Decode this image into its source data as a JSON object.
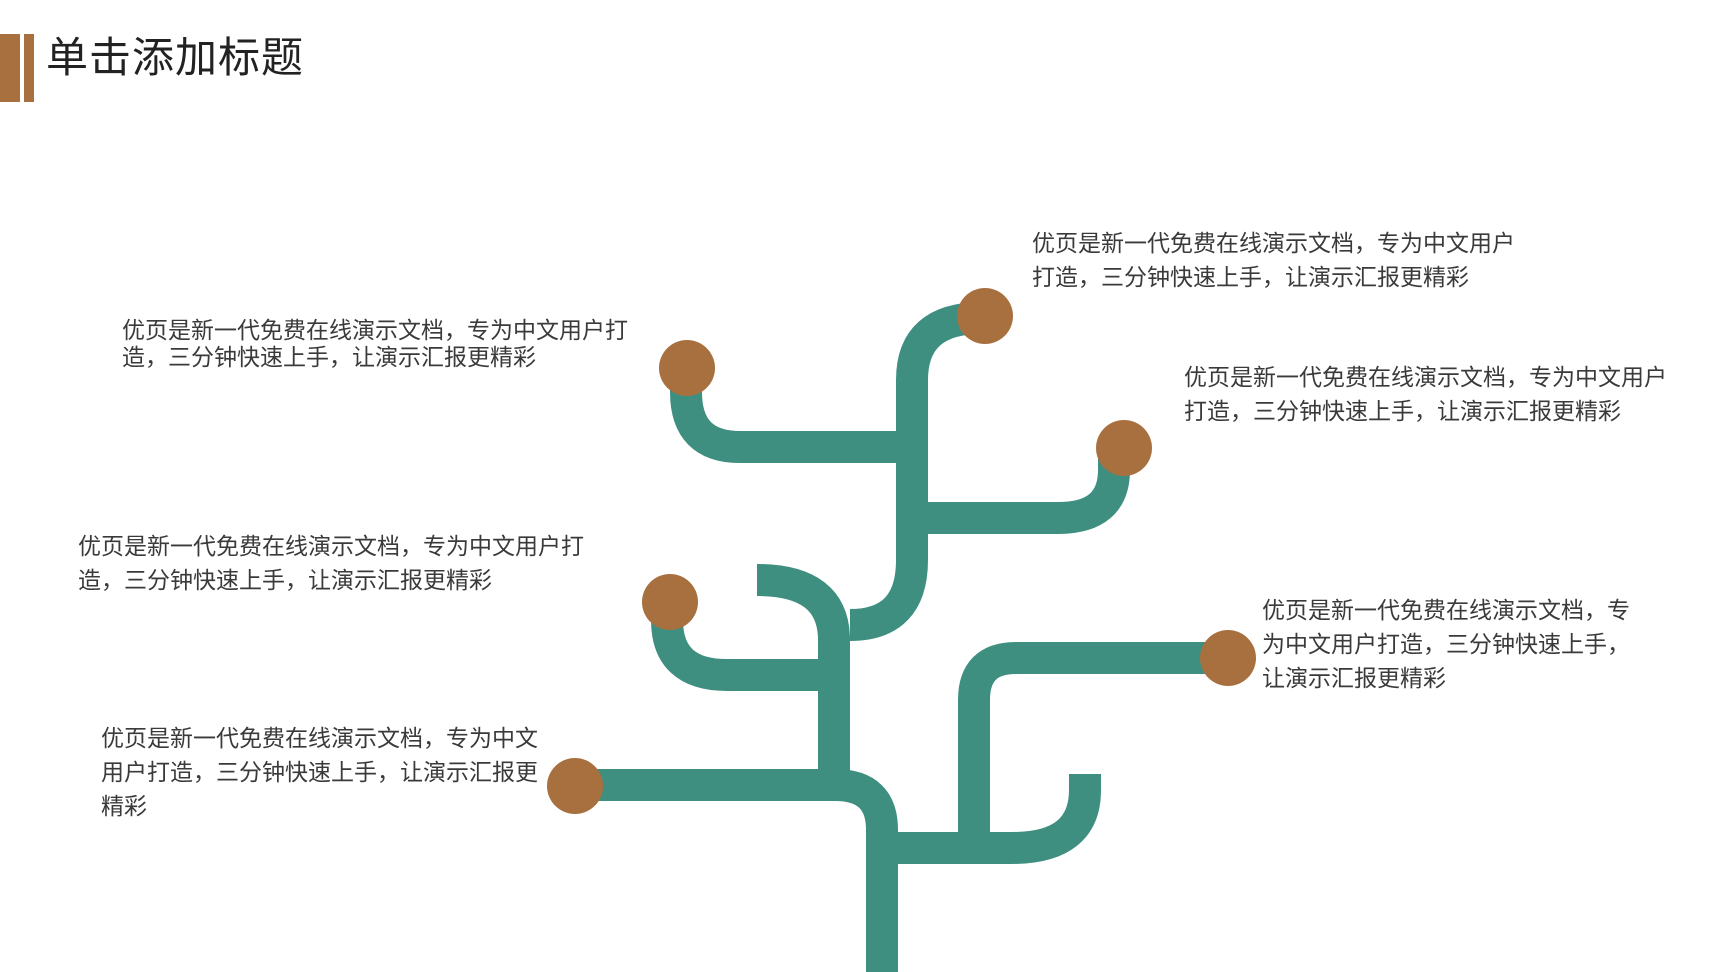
{
  "header": {
    "title": "单击添加标题"
  },
  "colors": {
    "accent": "#a8703f",
    "branch": "#3e8f80",
    "node": "#a8703f",
    "text": "#3a3a3a"
  },
  "branches": [
    {
      "id": "branch-1",
      "text": "优页是新一代免费在线演示文档，专为中文用户打造，三分钟快速上手，让演示汇报更精彩"
    },
    {
      "id": "branch-2",
      "text": "优页是新一代免费在线演示文档，专为中文用户打造，三分钟快速上手，让演示汇报更精彩"
    },
    {
      "id": "branch-3",
      "text": "优页是新一代免费在线演示文档，专为中文用户打造，三分钟快速上手，让演示汇报更精彩"
    },
    {
      "id": "branch-4",
      "text": "优页是新一代免费在线演示文档，专为中文用户打造，三分钟快速上手，让演示汇报更精彩"
    },
    {
      "id": "branch-5",
      "text": "优页是新一代免费在线演示文档，专为中文用户打造，三分钟快速上手，让演示汇报更精彩"
    },
    {
      "id": "branch-6",
      "text": "优页是新一代免费在线演示文档，专为中文用户打造，三分钟快速上手，让演示汇报更精彩"
    }
  ]
}
